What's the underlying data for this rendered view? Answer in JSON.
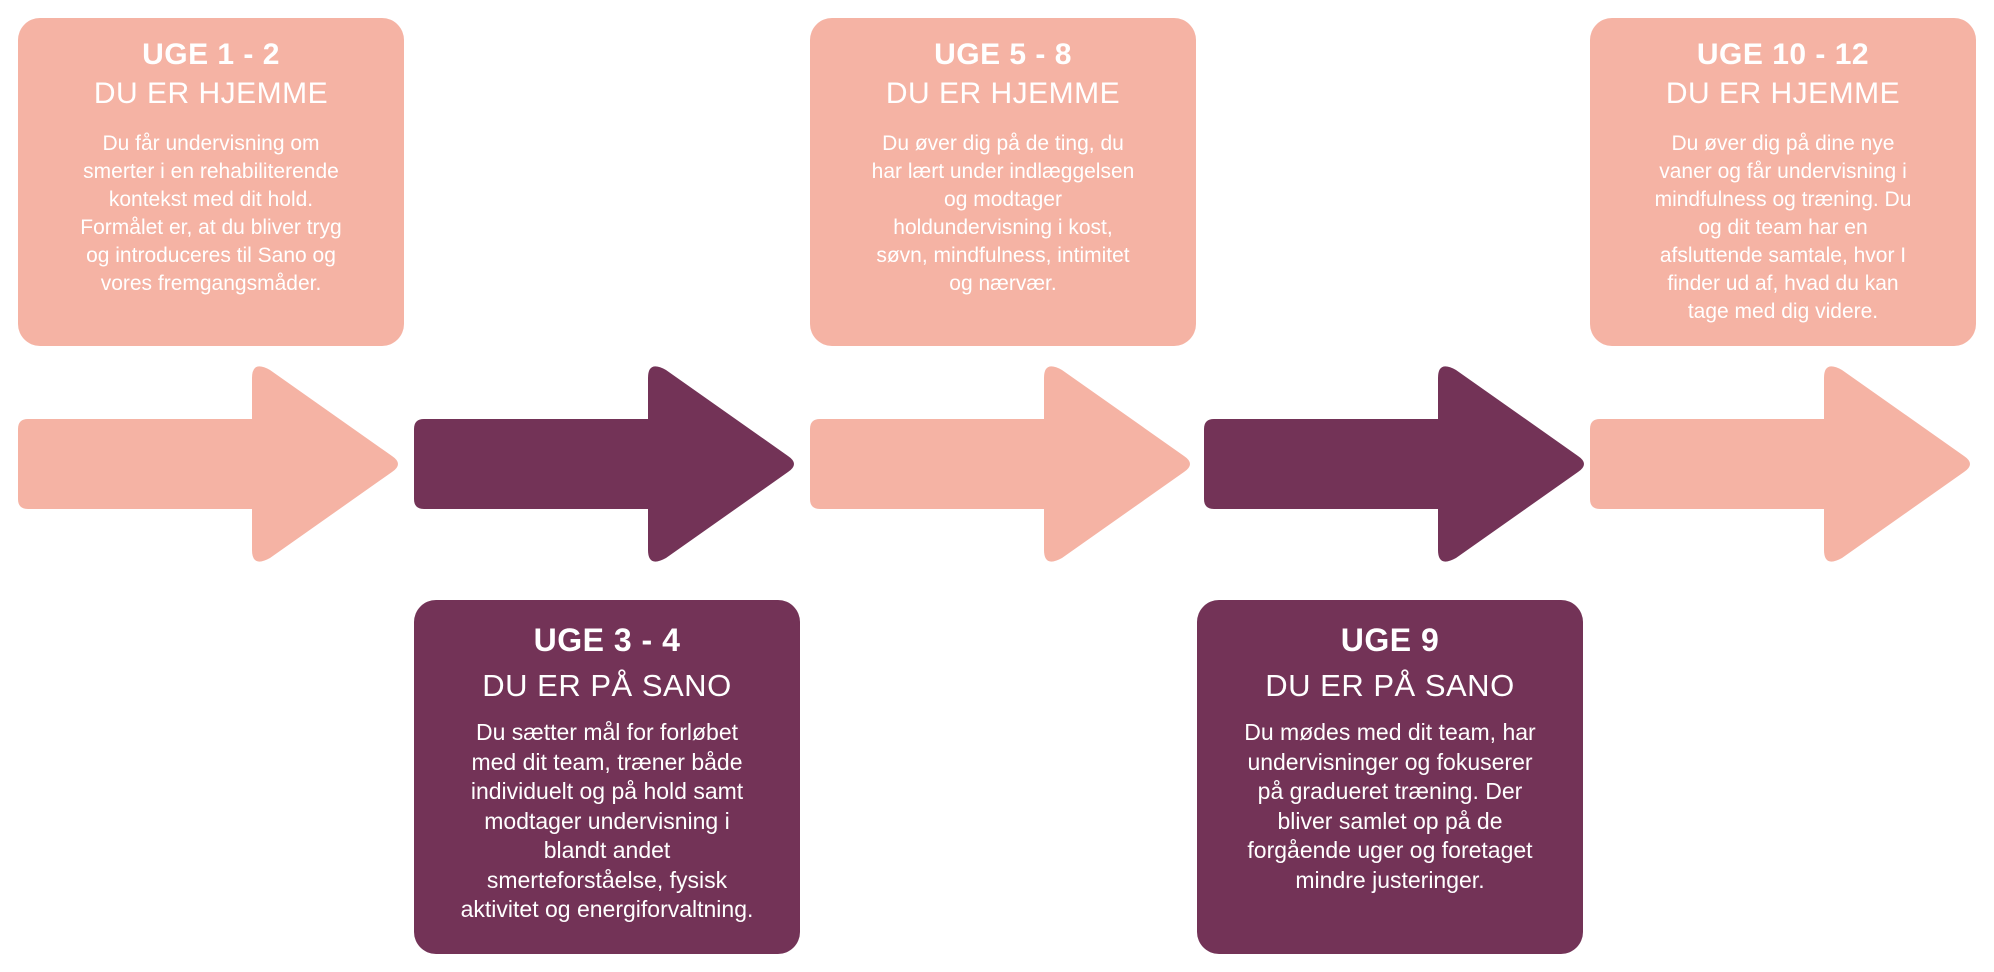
{
  "colors": {
    "home": "#f5b3a4",
    "sano": "#733357",
    "text": "#ffffff"
  },
  "phases": [
    {
      "week": "UGE 1 - 2",
      "place": "DU ER HJEMME",
      "description": "Du får undervisning om\nsmerter i en rehabiliterende\nkontekst med dit hold.\nFormålet er, at du bliver tryg\nog introduceres til Sano og\nvores fremgangsmåder."
    },
    {
      "week": "UGE 3 - 4",
      "place": "DU ER PÅ SANO",
      "description": "Du sætter mål for forløbet\nmed dit team, træner både\nindividuelt og på hold samt\nmodtager undervisning i\nblandt andet\nsmerteforståelse, fysisk\naktivitet og energiforvaltning."
    },
    {
      "week": "UGE 5 - 8",
      "place": "DU ER HJEMME",
      "description": "Du øver dig på de ting, du\nhar lært under indlæggelsen\nog modtager\nholdundervisning i kost,\nsøvn, mindfulness, intimitet\nog nærvær."
    },
    {
      "week": "UGE 9",
      "place": "DU ER PÅ SANO",
      "description": "Du mødes med dit team, har\nundervisninger og fokuserer\npå gradueret træning. Der\nbliver samlet op på de\nforgående uger og foretaget\nmindre justeringer."
    },
    {
      "week": "UGE 10 - 12",
      "place": "DU ER HJEMME",
      "description": "Du øver dig på dine nye\nvaner og får undervisning i\nmindfulness og træning. Du\nog dit team har en\nafsluttende samtale, hvor I\nfinder ud af, hvad du kan\ntage med dig videre."
    }
  ],
  "arrows": [
    {
      "color": "home"
    },
    {
      "color": "sano"
    },
    {
      "color": "home"
    },
    {
      "color": "sano"
    },
    {
      "color": "home"
    }
  ]
}
